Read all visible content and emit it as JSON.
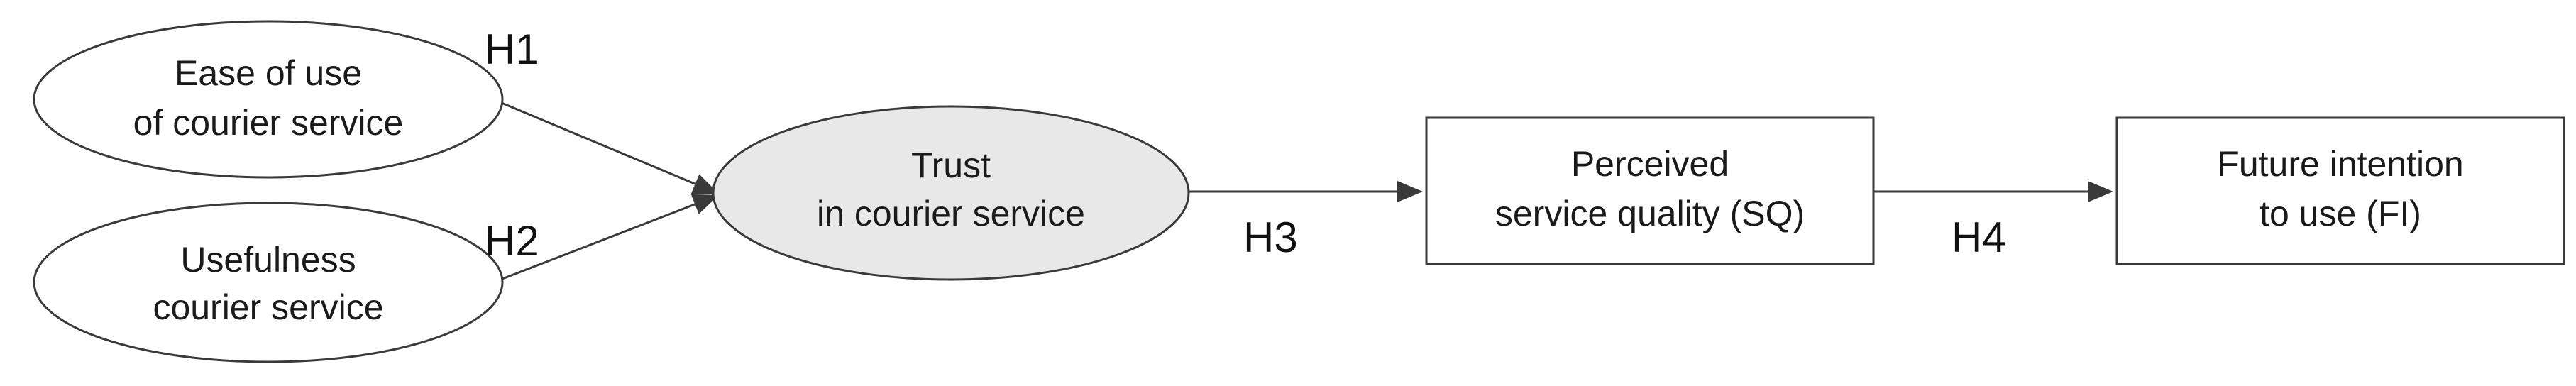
{
  "colors": {
    "stroke": "#3a3a3a",
    "text": "#1a1a1a",
    "plain_fill": "#ffffff",
    "highlight_fill": "#e8e8e8"
  },
  "nodes": {
    "ease_of_use": {
      "line1": "Ease of use",
      "line2": "of courier service"
    },
    "usefulness": {
      "line1": "Usefulness",
      "line2": "courier service"
    },
    "trust": {
      "line1": "Trust",
      "line2": "in courier service"
    },
    "perceived_quality": {
      "line1": "Perceived",
      "line2": "service quality (SQ)"
    },
    "future_intention": {
      "line1": "Future intention",
      "line2": "to use (FI)"
    }
  },
  "hypotheses": {
    "h1": "H1",
    "h2": "H2",
    "h3": "H3",
    "h4": "H4"
  }
}
